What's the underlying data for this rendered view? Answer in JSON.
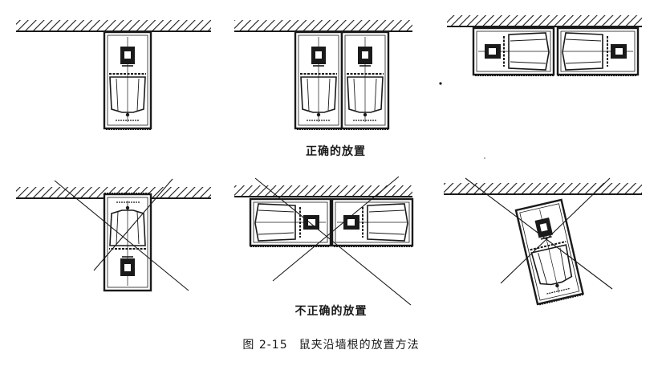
{
  "labels": {
    "correct": "正确的放置",
    "incorrect": "不正确的放置"
  },
  "caption": {
    "number": "图 2-15",
    "text": "鼠夹沿墙根的放置方法"
  },
  "colors": {
    "ink": "#1a1a1a",
    "paper": "#ffffff"
  }
}
